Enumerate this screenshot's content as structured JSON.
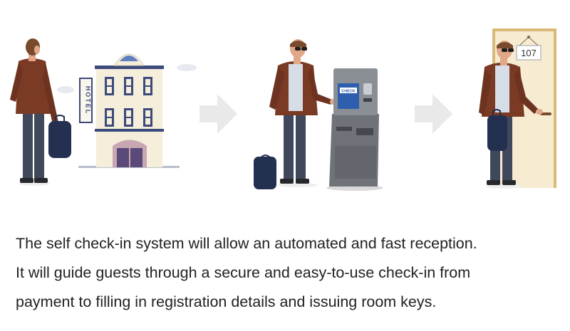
{
  "illustration": {
    "hotel_sign": "HOTEL",
    "kiosk_label": "CHECK",
    "room_number": "107",
    "colors": {
      "jacket": "#7a3a24",
      "shirt": "#d7dde6",
      "trousers": "#40495c",
      "bag": "#23304f",
      "hotel_wall": "#f4eedb",
      "hotel_trim": "#3d4a7c",
      "kiosk_body": "#6f7379",
      "kiosk_screen": "#2e5fae",
      "door": "#f7ebd2",
      "door_frame": "#d9b978",
      "arrow": "#e9e9e9"
    }
  },
  "caption": {
    "line1": "The self check-in system will allow an automated and fast reception.",
    "line2": "It will guide guests through a secure and easy-to-use check-in from",
    "line3": "payment to filling in registration details and issuing room keys."
  }
}
